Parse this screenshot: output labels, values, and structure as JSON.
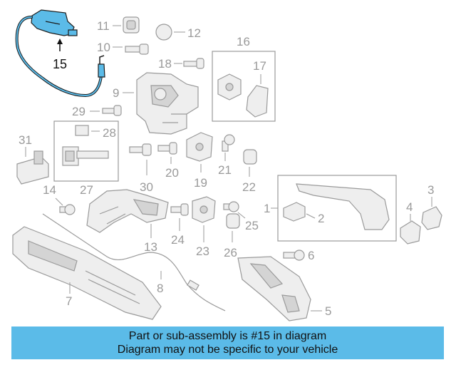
{
  "highlighted_part": "15",
  "callouts": {
    "c1": "1",
    "c2": "2",
    "c3": "3",
    "c4": "4",
    "c5": "5",
    "c6": "6",
    "c7": "7",
    "c8": "8",
    "c9": "9",
    "c10": "10",
    "c11": "11",
    "c12": "12",
    "c13": "13",
    "c14": "14",
    "c15": "15",
    "c16": "16",
    "c17": "17",
    "c18": "18",
    "c19": "19",
    "c20": "20",
    "c21": "21",
    "c22": "22",
    "c23": "23",
    "c24": "24",
    "c25": "25",
    "c26": "26",
    "c27": "27",
    "c28": "28",
    "c29": "29",
    "c30": "30",
    "c31": "31"
  },
  "banner": {
    "line1": "Part or sub-assembly is #15 in diagram",
    "line2": "Diagram may not be specific to your vehicle"
  },
  "colors": {
    "highlight": "#5bbbe8",
    "part_outline": "#9a9a9a",
    "callout_text": "#9a9a9a"
  }
}
